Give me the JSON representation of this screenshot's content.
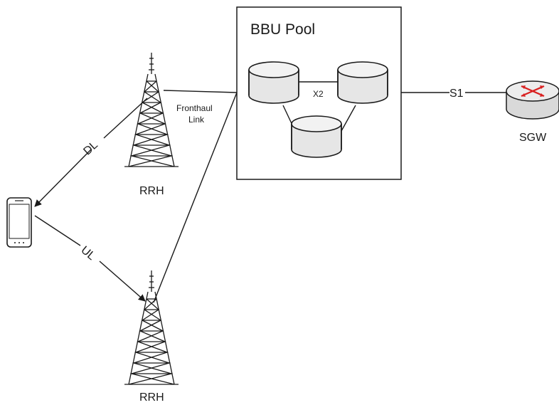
{
  "bbu_pool": {
    "title": "BBU Pool",
    "interface_label": "X2"
  },
  "fronthaul": {
    "line1": "Fronthaul",
    "line2": "Link"
  },
  "links": {
    "downlink": "DL",
    "uplink": "UL",
    "s1": "S1"
  },
  "rrh_top": {
    "label": "RRH"
  },
  "rrh_bottom": {
    "label": "RRH"
  },
  "sgw": {
    "label": "SGW"
  },
  "colors": {
    "stroke": "#1a1a1a",
    "cylinder_fill": "#e6e6e6",
    "router_fill": "#d9d9d9",
    "router_arrows": "#d92020"
  },
  "icons": [
    "cell-tower-icon",
    "smartphone-icon",
    "router-icon",
    "server-cylinder-icon"
  ]
}
